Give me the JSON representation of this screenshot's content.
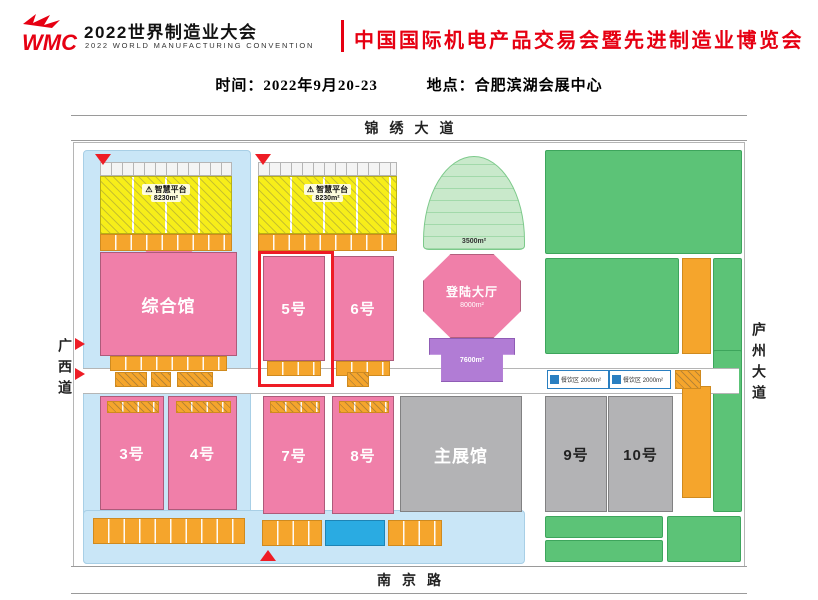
{
  "header": {
    "logo": "WMC",
    "title_cn": "2022世界制造业大会",
    "title_en": "2022 WORLD MANUFACTURING CONVENTION",
    "expo_title": "中国国际机电产品交易会暨先进制造业博览会"
  },
  "info": {
    "time": "时间：2022年9月20-23",
    "place": "地点：合肥滨湖会展中心"
  },
  "icons": {
    "warning": "⚠"
  },
  "map": {
    "roads": {
      "top": "锦绣大道",
      "left": "广西道",
      "right": "庐州大道",
      "bottom": "南京路"
    },
    "halls": {
      "comprehensive": {
        "label": "综合馆"
      },
      "h5": {
        "label": "5号"
      },
      "h6": {
        "label": "6号"
      },
      "h3": {
        "label": "3号"
      },
      "h4": {
        "label": "4号"
      },
      "h7": {
        "label": "7号"
      },
      "h8": {
        "label": "8号"
      },
      "main": {
        "label": "主展馆"
      },
      "h9": {
        "label": "9号"
      },
      "h10": {
        "label": "10号"
      }
    },
    "landing_hall": {
      "label": "登陆大厅",
      "area": "8000m²"
    },
    "smart_platform_a": {
      "label": "智慧平台",
      "area": "8230m²"
    },
    "smart_platform_b": {
      "label": "智慧平台",
      "area": "8230m²"
    },
    "fan_area": {
      "area": "3500m²"
    },
    "purple_area": {
      "area": "7600m²"
    },
    "service_a": {
      "label": "餐饮区",
      "area": "2000m²"
    },
    "service_b": {
      "label": "餐饮区",
      "area": "2000m²"
    }
  },
  "colors": {
    "brand_red": "#e60012",
    "highlight_red": "#ee1c25",
    "hall_pink": "#f07fa9",
    "hall_gray": "#b3b3b5",
    "zone_blue": "#c9e6f7",
    "lawn_green": "#5cc377",
    "block_orange": "#f5a52c",
    "platform_yellow": "#f7ee19",
    "purple": "#b17cd5",
    "water_blue": "#2aabe2"
  }
}
